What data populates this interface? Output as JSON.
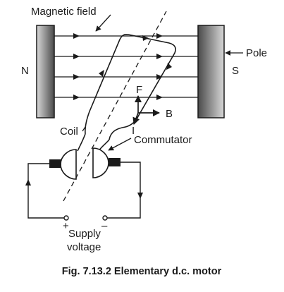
{
  "figure": {
    "caption": "Fig. 7.13.2 Elementary d.c. motor"
  },
  "labels": {
    "magnetic_field": "Magnetic field",
    "pole": "Pole",
    "north": "N",
    "south": "S",
    "force": "F",
    "field_b": "B",
    "current": "I",
    "coil": "Coil",
    "commutator": "Commutator",
    "plus": "+",
    "minus": "–",
    "supply_line1": "Supply",
    "supply_line2": "voltage"
  },
  "colors": {
    "line": "#1a1a1a",
    "pole_dark": "#4a4a4a",
    "pole_light": "#d8d8d8"
  }
}
